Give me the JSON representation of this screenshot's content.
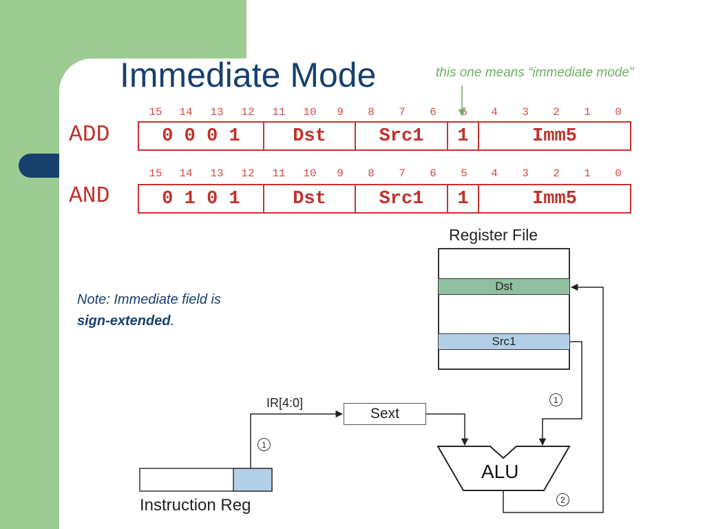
{
  "slide": {
    "title": "Immediate Mode",
    "callout": "this one means “immediate mode”"
  },
  "encoding": {
    "bit_numbers": [
      "15",
      "14",
      "13",
      "12",
      "11",
      "10",
      "9",
      "8",
      "7",
      "6",
      "5",
      "4",
      "3",
      "2",
      "1",
      "0"
    ],
    "rows": [
      {
        "opname": "ADD",
        "opcode": "0 0 0 1",
        "dst": "Dst",
        "src": "Src1",
        "mode_bit": "1",
        "imm": "Imm5"
      },
      {
        "opname": "AND",
        "opcode": "0 1 0 1",
        "dst": "Dst",
        "src": "Src1",
        "mode_bit": "1",
        "imm": "Imm5"
      }
    ]
  },
  "note": {
    "text": "Note: Immediate field is",
    "bold": "sign-extended",
    "end": "."
  },
  "datapath": {
    "register_file_label": "Register File",
    "dst_label": "Dst",
    "src_label": "Src1",
    "sext_label": "Sext",
    "ir_label": "IR[4:0]",
    "alu_label": "ALU",
    "instruction_reg_label": "Instruction Reg",
    "step_1": "1",
    "step_2": "2"
  },
  "colors": {
    "title": "#17406d",
    "encoding_red": "#c0312b",
    "callout_green": "#6dad63",
    "dst_fill": "#8fbf9f",
    "src_fill": "#b3cfe8",
    "side_green": "#9dcc93"
  }
}
